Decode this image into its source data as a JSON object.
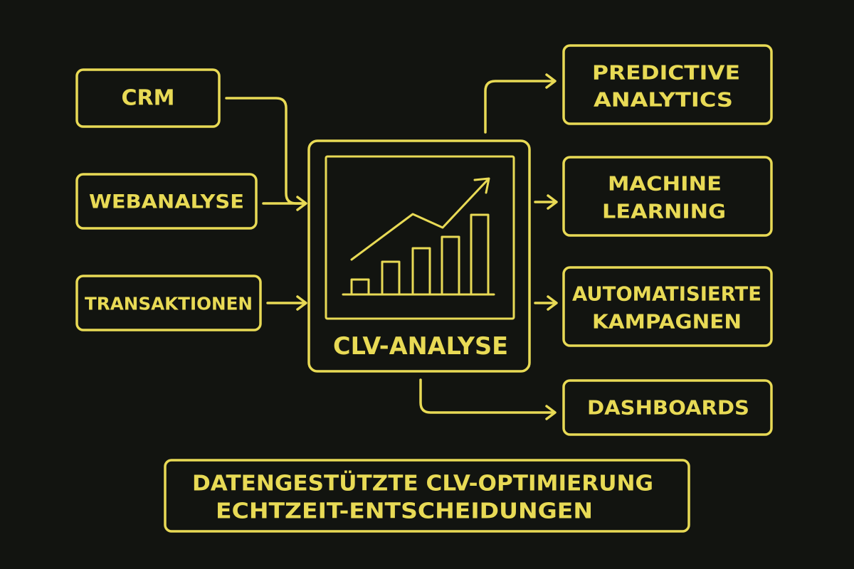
{
  "colors": {
    "background": "#121410",
    "accent": "#e8da55"
  },
  "inputs": [
    {
      "id": "crm",
      "label": "CRM"
    },
    {
      "id": "webanalyse",
      "label": "WEBANALYSE"
    },
    {
      "id": "transaktionen",
      "label": "TRANSAKTIONEN"
    }
  ],
  "center": {
    "label": "CLV-ANALYSE",
    "icon": "bar-chart-trend-icon"
  },
  "outputs": [
    {
      "id": "predictive-analytics",
      "lines": [
        "PREDICTIVE",
        "ANALYTICS"
      ]
    },
    {
      "id": "machine-learning",
      "lines": [
        "MACHINE",
        "LEARNING"
      ]
    },
    {
      "id": "automatisierte-kampagnen",
      "lines": [
        "AUTOMATISIERTE",
        "KAMPAGNEN"
      ]
    },
    {
      "id": "dashboards",
      "lines": [
        "DASHBOARDS"
      ]
    }
  ],
  "footer": {
    "lines": [
      "DATENGESTÜTZTE CLV-OPTIMIERUNG",
      "ECHTZEIT-ENTSCHEIDUNGEN"
    ]
  }
}
